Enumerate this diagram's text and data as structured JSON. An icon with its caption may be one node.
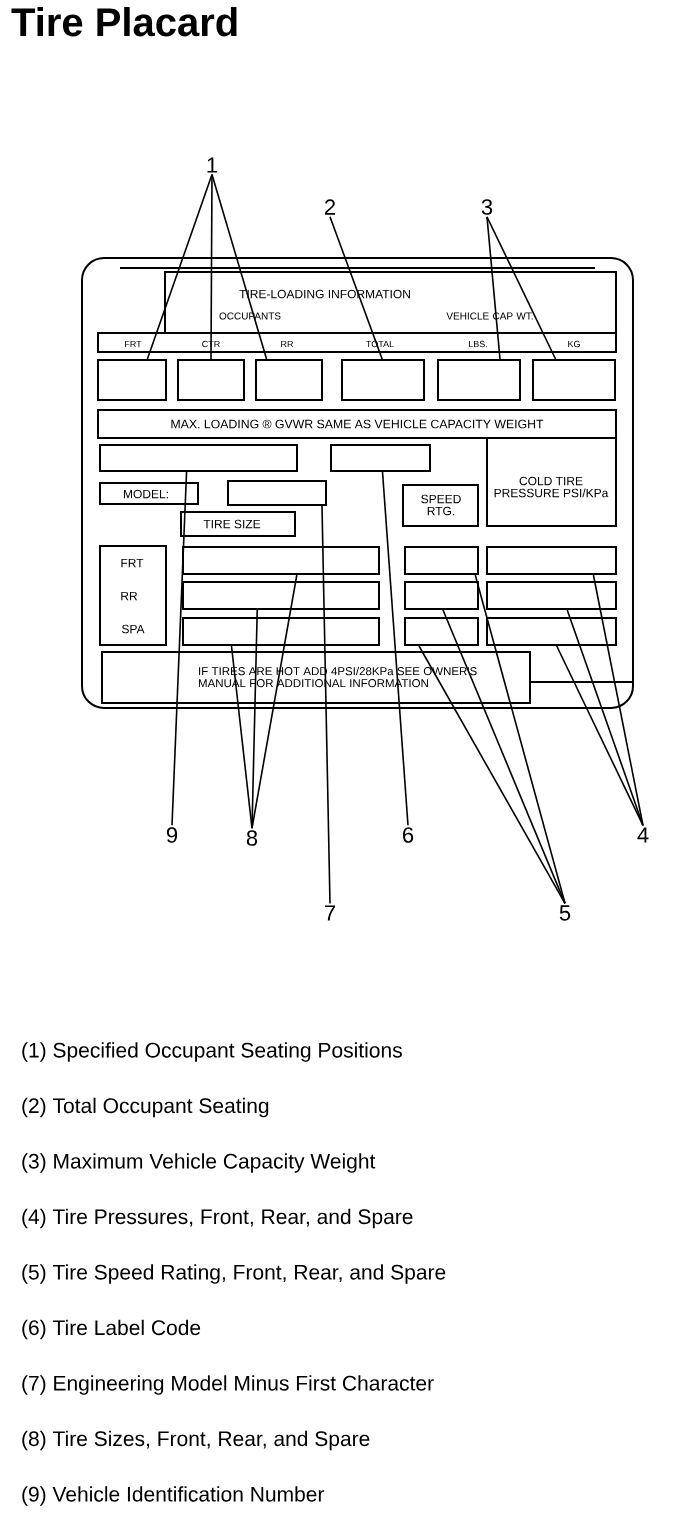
{
  "diagram": {
    "title": "Tire Placard",
    "nodes": [
      {
        "text": [
          "TIRE-LOADING INFORMATION",
          "OCCUPANTS",
          "VEHICLE CAP WT."
        ]
      },
      {
        "text": [
          "FRT",
          "CTR",
          "RR",
          "TOTAL",
          "LBS.",
          "KG"
        ]
      },
      {
        "text": [],
        "shape": "box"
      },
      {
        "text": [],
        "shape": "box"
      },
      {
        "text": [],
        "shape": "box"
      },
      {
        "text": [],
        "shape": "box"
      },
      {
        "text": [],
        "shape": "box"
      },
      {
        "text": [],
        "shape": "box"
      },
      {
        "text": [
          "MAX. LOADING ® GVWR SAME AS VEHICLE CAPACITY WEIGHT"
        ]
      },
      {
        "text": [],
        "shape": "box"
      },
      {
        "text": [],
        "shape": "box"
      },
      {
        "text": [
          "COLD TIRE PRESSURE PSI/KPa"
        ]
      },
      {
        "text": [
          "MODEL:"
        ]
      },
      {
        "text": [],
        "shape": "box"
      },
      {
        "text": [
          "SPEED RTG."
        ]
      },
      {
        "text": [
          "TIRE SIZE"
        ]
      },
      {
        "text": [
          "FRT",
          "RR",
          "SPA"
        ]
      },
      {
        "text": [],
        "shape": "box"
      },
      {
        "text": [],
        "shape": "box"
      },
      {
        "text": [],
        "shape": "box"
      },
      {
        "text": [],
        "shape": "box"
      },
      {
        "text": [],
        "shape": "box"
      },
      {
        "text": [],
        "shape": "box"
      },
      {
        "text": [],
        "shape": "box"
      },
      {
        "text": [],
        "shape": "box"
      },
      {
        "text": [],
        "shape": "box"
      },
      {
        "text": [
          "IF TIRES ARE HOT ADD 4PSI/28KPa SEE OWNER'S MANUAL FOR ADDITIONAL INFORMATION"
        ]
      },
      {
        "text": [
          "1"
        ]
      },
      {
        "text": [
          "2"
        ]
      },
      {
        "text": [
          "3"
        ]
      },
      {
        "text": [
          "4"
        ]
      },
      {
        "text": [
          "5"
        ]
      },
      {
        "text": [
          "6"
        ]
      },
      {
        "text": [
          "7"
        ]
      },
      {
        "text": [
          "8"
        ]
      },
      {
        "text": [
          "9"
        ]
      }
    ],
    "edges": [
      {
        "from": 27,
        "to": 2,
        "arrow": "none"
      },
      {
        "from": 27,
        "to": 3,
        "arrow": "none"
      },
      {
        "from": 27,
        "to": 4,
        "arrow": "none"
      },
      {
        "from": 28,
        "to": 5,
        "arrow": "none"
      },
      {
        "from": 29,
        "to": 6,
        "arrow": "none"
      },
      {
        "from": 29,
        "to": 7,
        "arrow": "none"
      },
      {
        "from": 35,
        "to": 9,
        "arrow": "none"
      },
      {
        "from": 34,
        "to": 17,
        "arrow": "none"
      },
      {
        "from": 34,
        "to": 18,
        "arrow": "none"
      },
      {
        "from": 34,
        "to": 19,
        "arrow": "none"
      },
      {
        "from": 33,
        "to": 13,
        "arrow": "none"
      },
      {
        "from": 32,
        "to": 10,
        "arrow": "none"
      },
      {
        "from": 31,
        "to": 20,
        "arrow": "none"
      },
      {
        "from": 31,
        "to": 21,
        "arrow": "none"
      },
      {
        "from": 31,
        "to": 22,
        "arrow": "none"
      },
      {
        "from": 30,
        "to": 23,
        "arrow": "none"
      },
      {
        "from": 30,
        "to": 24,
        "arrow": "none"
      },
      {
        "from": 30,
        "to": 25,
        "arrow": "none"
      }
    ],
    "labels": [
      "(1) Specified Occupant Seating Positions",
      "(2) Total Occupant Seating",
      "(3) Maximum Vehicle Capacity Weight",
      "(4) Tire Pressures, Front, Rear, and Spare",
      "(5) Tire Speed Rating, Front, Rear, and Spare",
      "(6) Tire Label Code",
      "(7) Engineering Model Minus First Character",
      "(8) Tire Sizes, Front, Rear, and Spare",
      "(9) Vehicle Identification Number"
    ]
  }
}
